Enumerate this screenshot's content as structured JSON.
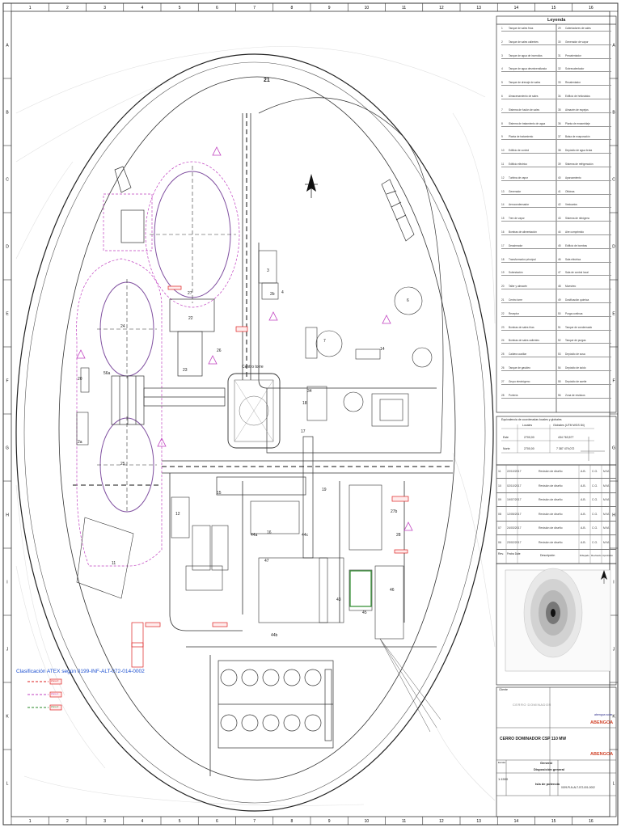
{
  "grid": {
    "columns": [
      "1",
      "2",
      "3",
      "4",
      "5",
      "6",
      "7",
      "8",
      "9",
      "10",
      "11",
      "12",
      "13",
      "14",
      "15",
      "16"
    ],
    "rows": [
      "A",
      "B",
      "C",
      "D",
      "E",
      "F",
      "G",
      "H",
      "I",
      "J",
      "K",
      "L"
    ]
  },
  "plan": {
    "compass": "N",
    "center_tower_label": "Centro torre",
    "area_labels": [
      "21",
      "22",
      "23",
      "24",
      "25",
      "26",
      "27",
      "27b",
      "28",
      "3",
      "4",
      "6",
      "7",
      "11",
      "12",
      "14",
      "15",
      "16",
      "17",
      "18",
      "19",
      "20",
      "2a",
      "2b",
      "34",
      "43",
      "45",
      "46",
      "47",
      "44a",
      "44b",
      "44c",
      "56a"
    ],
    "atex_note": "Clasificación ATEX según 0199-INF-ALT-072-014-0002",
    "atex_zones": [
      "Zona 0",
      "Zona 1",
      "Zona 2"
    ]
  },
  "legend": {
    "title": "Leyenda",
    "rows_left": [
      {
        "num": "1",
        "label": "Tanque de sales frías"
      },
      {
        "num": "2",
        "label": "Tanque de sales calientes"
      },
      {
        "num": "3",
        "label": "Tanque de agua de incendios"
      },
      {
        "num": "4",
        "label": "Tanque de agua desmineralizada"
      },
      {
        "num": "5",
        "label": "Tanque de drenaje de sales"
      },
      {
        "num": "6",
        "label": "Almacenamiento de sales"
      },
      {
        "num": "7",
        "label": "Sistema de fusión de sales"
      },
      {
        "num": "8",
        "label": "Sistema de tratamiento de agua"
      },
      {
        "num": "9",
        "label": "Planta de tratamiento"
      },
      {
        "num": "10",
        "label": "Edificio de control"
      },
      {
        "num": "11",
        "label": "Edificio eléctrico"
      },
      {
        "num": "12",
        "label": "Turbina de vapor"
      },
      {
        "num": "13",
        "label": "Generador"
      },
      {
        "num": "14",
        "label": "Aerocondensador"
      },
      {
        "num": "15",
        "label": "Tren de vapor"
      },
      {
        "num": "16",
        "label": "Bombas de alimentación"
      },
      {
        "num": "17",
        "label": "Desaireador"
      },
      {
        "num": "18",
        "label": "Transformador principal"
      },
      {
        "num": "19",
        "label": "Subestación"
      },
      {
        "num": "20",
        "label": "Taller y almacén"
      },
      {
        "num": "21",
        "label": "Centro torre"
      },
      {
        "num": "22",
        "label": "Receptor"
      },
      {
        "num": "23",
        "label": "Bombas de sales frías"
      },
      {
        "num": "24",
        "label": "Bombas de sales calientes"
      },
      {
        "num": "25",
        "label": "Caldera auxiliar"
      },
      {
        "num": "26",
        "label": "Tanque de gasóleo"
      },
      {
        "num": "27",
        "label": "Grupo electrógeno"
      },
      {
        "num": "28",
        "label": "Portería"
      }
    ],
    "rows_right": [
      {
        "num": "29",
        "label": "Calentadores de sales"
      },
      {
        "num": "30",
        "label": "Generador de vapor"
      },
      {
        "num": "31",
        "label": "Precalentador"
      },
      {
        "num": "32",
        "label": "Sobrecalentador"
      },
      {
        "num": "33",
        "label": "Recalentador"
      },
      {
        "num": "34",
        "label": "Edificio de heliostatos"
      },
      {
        "num": "35",
        "label": "Almacén de espejos"
      },
      {
        "num": "36",
        "label": "Planta de ensamblaje"
      },
      {
        "num": "37",
        "label": "Balsa de evaporación"
      },
      {
        "num": "38",
        "label": "Depósito de agua bruta"
      },
      {
        "num": "39",
        "label": "Sistema de refrigeración"
      },
      {
        "num": "40",
        "label": "Aparcamiento"
      },
      {
        "num": "41",
        "label": "Oficinas"
      },
      {
        "num": "42",
        "label": "Vestuarios"
      },
      {
        "num": "43",
        "label": "Sistema de nitrógeno"
      },
      {
        "num": "44",
        "label": "Aire comprimido"
      },
      {
        "num": "45",
        "label": "Edificio de bombas"
      },
      {
        "num": "46",
        "label": "Sala eléctrica"
      },
      {
        "num": "47",
        "label": "Sala de control local"
      },
      {
        "num": "48",
        "label": "Muestreo"
      },
      {
        "num": "49",
        "label": "Dosificación química"
      },
      {
        "num": "50",
        "label": "Purga continua"
      },
      {
        "num": "51",
        "label": "Tanque de condensado"
      },
      {
        "num": "52",
        "label": "Tanque de purgas"
      },
      {
        "num": "53",
        "label": "Depósito de sosa"
      },
      {
        "num": "54",
        "label": "Depósito de ácido"
      },
      {
        "num": "55",
        "label": "Depósito de aceite"
      },
      {
        "num": "56",
        "label": "Zona de residuos"
      }
    ]
  },
  "coordinates": {
    "title": "Equivalencia de coordenadas locales y globales",
    "headers": [
      "Locales",
      "Globales (UTM WGS 84)"
    ],
    "rows": [
      {
        "axis": "Este",
        "local": "2700,00",
        "global": "434 763,577"
      },
      {
        "axis": "Norte",
        "local": "2700,00",
        "global": "7 387 479,072"
      }
    ]
  },
  "revisions": {
    "rows": [
      {
        "rev": "11",
        "date": "22/10/2017",
        "desc": "Revisión de diseño",
        "by": "A.B.",
        "chk": "C.G.",
        "app": "M.M."
      },
      {
        "rev": "10",
        "date": "02/10/2017",
        "desc": "Revisión de diseño",
        "by": "A.B.",
        "chk": "C.G.",
        "app": "M.M."
      },
      {
        "rev": "09",
        "date": "19/07/2017",
        "desc": "Revisión de diseño",
        "by": "A.B.",
        "chk": "C.G.",
        "app": "M.M."
      },
      {
        "rev": "08",
        "date": "12/05/2017",
        "desc": "Revisión de diseño",
        "by": "A.B.",
        "chk": "C.G.",
        "app": "M.M."
      },
      {
        "rev": "07",
        "date": "24/03/2017",
        "desc": "Revisión de diseño",
        "by": "A.B.",
        "chk": "C.G.",
        "app": "M.M."
      },
      {
        "rev": "06",
        "date": "23/02/2017",
        "desc": "Revisión de diseño",
        "by": "A.B.",
        "chk": "C.G.",
        "app": "M.M."
      }
    ],
    "header": {
      "rev": "Rev.",
      "date": "Fecha Date",
      "desc": "Descripción",
      "by": "Dibujado",
      "chk": "Revisado",
      "app": "Aprobado"
    }
  },
  "title_block": {
    "client_label": "Cliente",
    "project": "CERRO DOMINADOR CSP 110 MW",
    "client_logo": "CERRO DOMINADOR",
    "contractor_1": "ABENGOA",
    "contractor_2": "ABENGOA",
    "sub_1": "abengoa solar",
    "discipline": "General",
    "title_1": "Disposición general",
    "title_2": "Isla de potencia",
    "scale_label": "Escala",
    "scale": "1:1500",
    "doc_number": "0199-PLN-ALT-072-001-0002"
  }
}
